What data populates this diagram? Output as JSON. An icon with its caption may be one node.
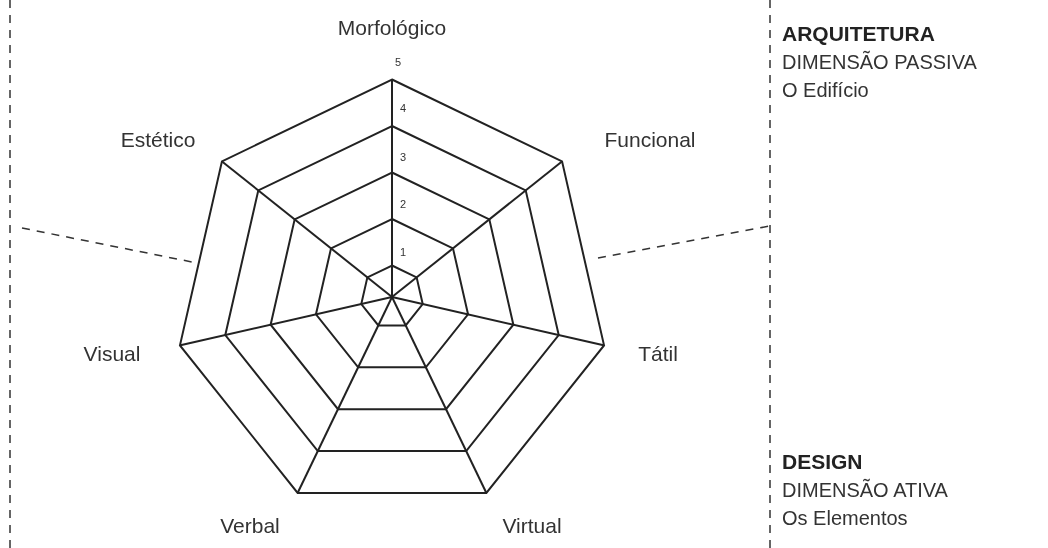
{
  "diagram": {
    "labels": [
      "Morfológico",
      "ARQUITETURA",
      "5",
      "DIMENSÃO PASSIVA",
      "O Edifício",
      "4",
      "Estético",
      "Funcional",
      "3",
      "2",
      "1",
      "Visual",
      "Tátil",
      "DESIGN",
      "DIMENSÃO ATIVA",
      "Verbal",
      "Virtual",
      "Os Elementos"
    ]
  }
}
